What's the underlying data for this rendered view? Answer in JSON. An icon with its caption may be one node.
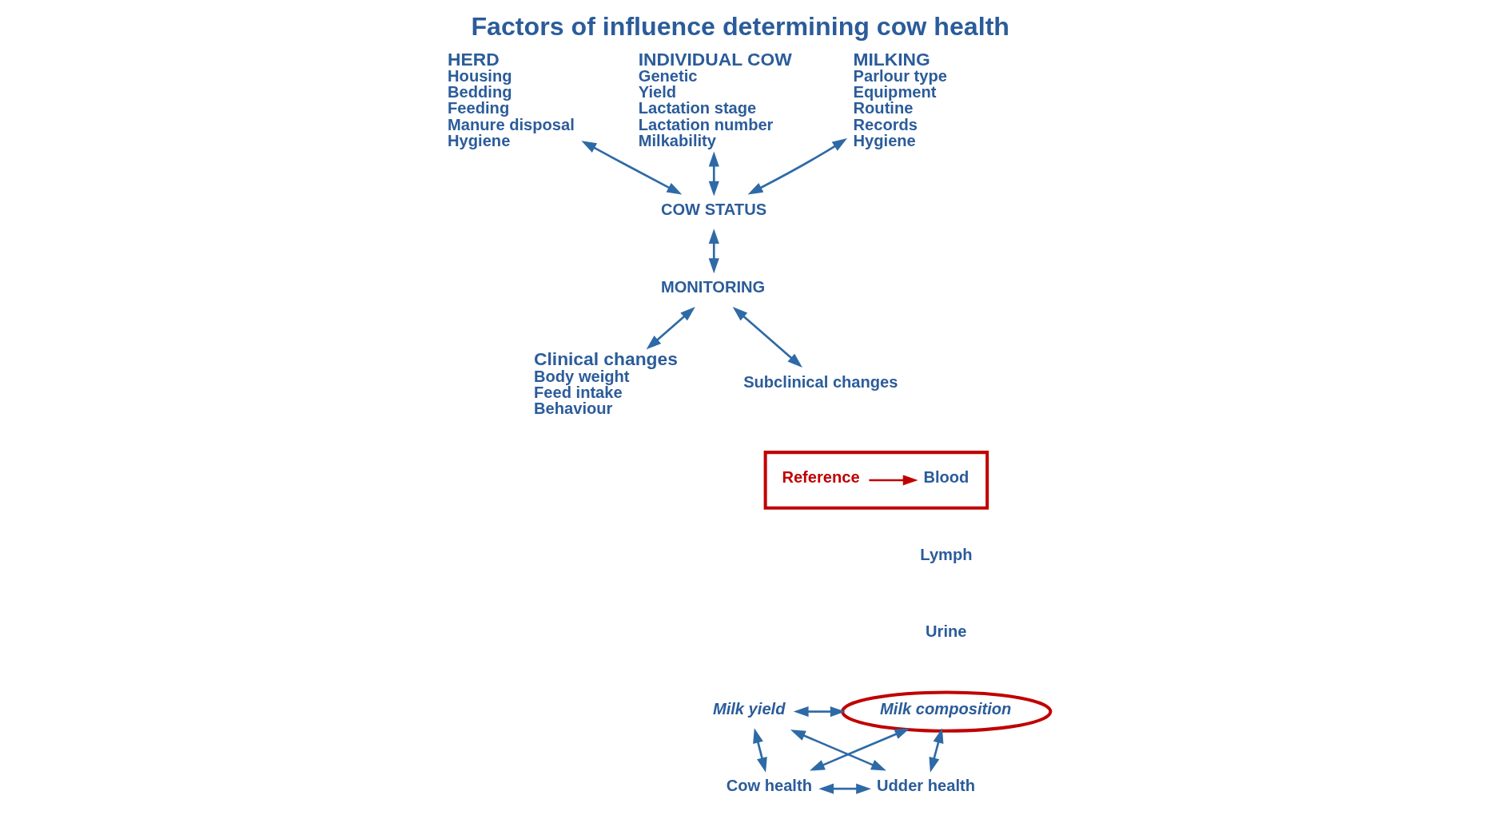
{
  "diagram": {
    "title": "Factors of influence determining cow health",
    "nodes": [
      {
        "text": [
          "HERD",
          "Housing",
          "Bedding",
          "Feeding",
          "Manure disposal",
          "Hygiene"
        ]
      },
      {
        "text": [
          "INDIVIDUAL COW",
          "Genetic",
          "Yield",
          "Lactation stage",
          "Lactation number",
          "Milkability"
        ]
      },
      {
        "text": [
          "MILKING",
          "Parlour type",
          "Equipment",
          "Routine",
          "Records",
          "Hygiene"
        ]
      },
      {
        "text": [
          "COW STATUS"
        ]
      },
      {
        "text": [
          "MONITORING"
        ]
      },
      {
        "text": [
          "Clinical changes",
          "Body weight",
          "Feed intake",
          "Behaviour"
        ]
      },
      {
        "text": [
          "Subclinical changes"
        ]
      },
      {
        "text": [],
        "shape": "box"
      },
      {
        "text": [
          "Reference"
        ],
        "in": 7
      },
      {
        "text": [
          "Blood"
        ],
        "in": 7
      },
      {
        "text": [
          "Milk yield"
        ]
      },
      {
        "text": [
          "Milk composition"
        ]
      },
      {
        "text": [
          "Cow health"
        ]
      },
      {
        "text": [
          "Udder health"
        ]
      }
    ],
    "edges": [
      {
        "from": 0,
        "to": 3,
        "arrow": "both"
      },
      {
        "from": 1,
        "to": 3,
        "arrow": "both"
      },
      {
        "from": 2,
        "to": 3,
        "arrow": "both"
      },
      {
        "from": 3,
        "to": 4,
        "arrow": "both"
      },
      {
        "from": 4,
        "to": 5,
        "arrow": "both"
      },
      {
        "from": 4,
        "to": 6,
        "arrow": "both"
      },
      {
        "from": 8,
        "to": 9,
        "arrow": "to",
        "color": "#c00000"
      },
      {
        "from": 10,
        "to": 11,
        "arrow": "both"
      },
      {
        "from": 10,
        "to": 13,
        "arrow": "both"
      },
      {
        "from": 12,
        "to": 11,
        "arrow": "both"
      },
      {
        "from": 12,
        "to": 13,
        "arrow": "both"
      },
      {
        "from": 10,
        "to": 12,
        "arrow": "both"
      },
      {
        "from": 11,
        "to": 13,
        "arrow": "both"
      }
    ],
    "labels": [
      "Lymph",
      "Urine"
    ]
  }
}
